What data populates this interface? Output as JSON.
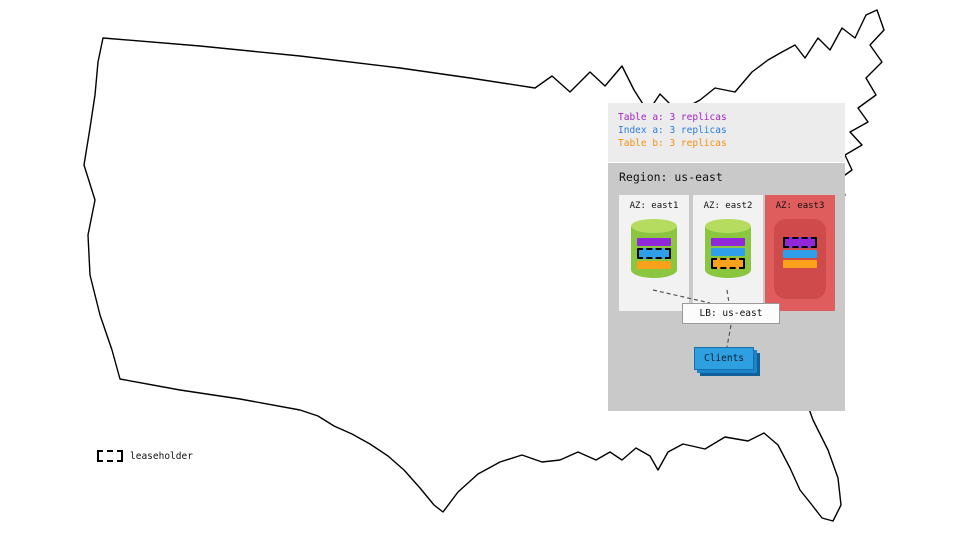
{
  "info_panel": {
    "items": [
      {
        "name": "table-a",
        "label": "Table a: 3 replicas",
        "color": "#a224c4"
      },
      {
        "name": "index-a",
        "label": "Index a: 3 replicas",
        "color": "#2a7de1"
      },
      {
        "name": "table-b",
        "label": "Table b: 3 replicas",
        "color": "#f29111"
      }
    ]
  },
  "region": {
    "title": "Region: us-east",
    "azs": [
      {
        "label": "AZ: east1",
        "failed": false,
        "replicas": [
          {
            "name": "table-a",
            "color": "#9027d8",
            "leaseholder": false
          },
          {
            "name": "index-a",
            "color": "#2e9fe8",
            "leaseholder": true
          },
          {
            "name": "table-b",
            "color": "#f9a11b",
            "leaseholder": false
          }
        ]
      },
      {
        "label": "AZ: east2",
        "failed": false,
        "replicas": [
          {
            "name": "table-a",
            "color": "#9027d8",
            "leaseholder": false
          },
          {
            "name": "index-a",
            "color": "#2e9fe8",
            "leaseholder": false
          },
          {
            "name": "table-b",
            "color": "#f9a11b",
            "leaseholder": true
          }
        ]
      },
      {
        "label": "AZ: east3",
        "failed": true,
        "replicas": [
          {
            "name": "table-a",
            "color": "#9027d8",
            "leaseholder": true
          },
          {
            "name": "index-a",
            "color": "#2e9fe8",
            "leaseholder": false
          },
          {
            "name": "table-b",
            "color": "#f9a11b",
            "leaseholder": false
          }
        ]
      }
    ],
    "load_balancer": {
      "label": "LB: us-east"
    },
    "clients": {
      "label": "Clients"
    }
  },
  "key": {
    "leaseholder_label": "leaseholder"
  },
  "colors": {
    "cylinder_body": "#8ac63f",
    "cylinder_top": "#b5dc5f",
    "az_bg": "#f2f2f2",
    "az_failed_bg": "#e05d5d",
    "az_failed_inner": "#cf4a4a",
    "region_bg": "#c9c9c9",
    "info_bg": "#ececec",
    "clients_blue": "#2e9fe0"
  }
}
